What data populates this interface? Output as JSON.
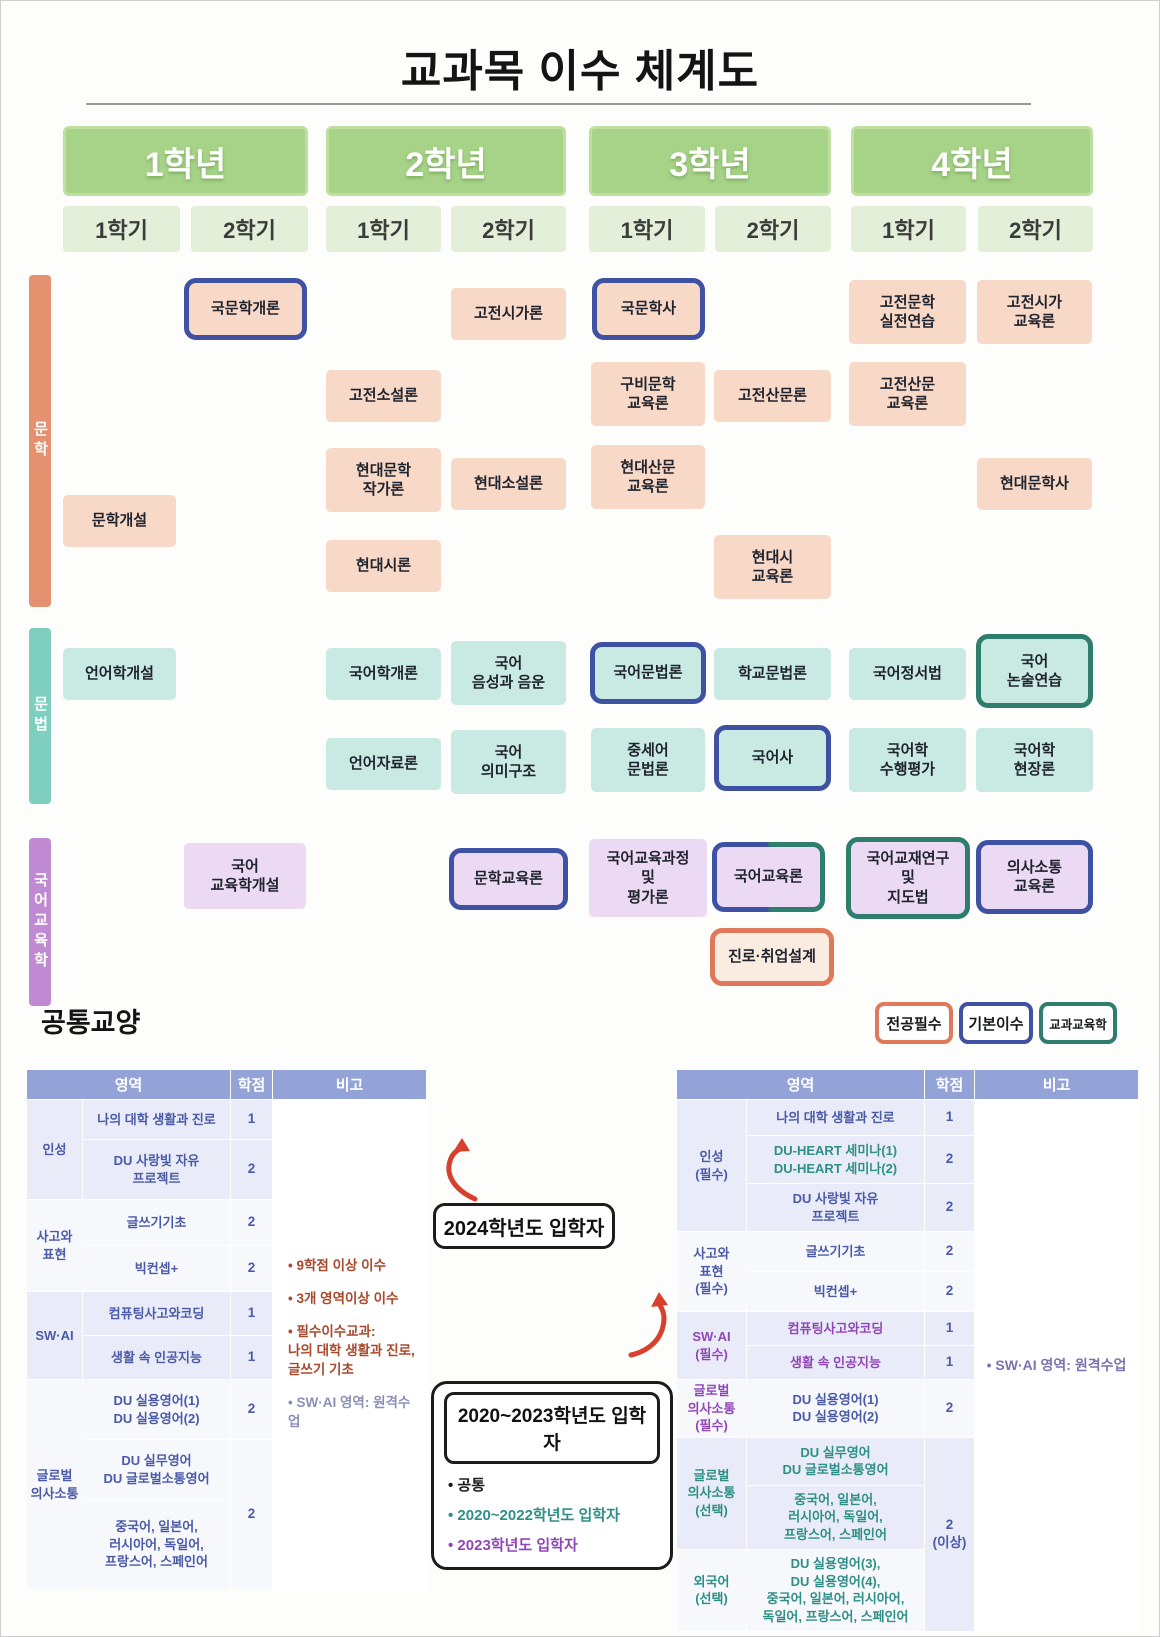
{
  "title": "교과목 이수 체계도",
  "years": [
    {
      "label": "1학년",
      "sem1": "1학기",
      "sem2": "2학기"
    },
    {
      "label": "2학년",
      "sem1": "1학기",
      "sem2": "2학기"
    },
    {
      "label": "3학년",
      "sem1": "1학기",
      "sem2": "2학기"
    },
    {
      "label": "4학년",
      "sem1": "1학기",
      "sem2": "2학기"
    }
  ],
  "categories": {
    "literature": "문학",
    "grammar": "문법",
    "education": "국어교육학"
  },
  "courses": {
    "lit": [
      "국문학개론",
      "문학개설",
      "고전소설론",
      "현대문학\n작가론",
      "현대시론",
      "고전시가론",
      "현대소설론",
      "국문학사",
      "구비문학\n교육론",
      "현대산문\n교육론",
      "고전산문론",
      "현대시\n교육론",
      "고전문학\n실전연습",
      "고전산문\n교육론",
      "고전시가\n교육론",
      "현대문학사"
    ],
    "gram": [
      "언어학개설",
      "국어학개론",
      "언어자료론",
      "국어\n음성과 음운",
      "국어\n의미구조",
      "국어문법론",
      "중세어\n문법론",
      "학교문법론",
      "국어사",
      "국어정서법",
      "국어학\n수행평가",
      "국어\n논술연습",
      "국어학\n현장론"
    ],
    "edu": [
      "국어\n교육학개설",
      "문학교육론",
      "국어교육과정\n및\n평가론",
      "국어교육론",
      "진로·취업설계",
      "국어교재연구\n및\n지도법",
      "의사소통\n교육론"
    ]
  },
  "legend": {
    "major_required": "전공필수",
    "basic": "기본이수",
    "subject_edu": "교과교육학"
  },
  "common_section": {
    "heading": "공통교양"
  },
  "left_table": {
    "headers": {
      "area": "영역",
      "credits": "학점",
      "notes": "비고"
    },
    "groups": [
      {
        "category": "인성",
        "rows": [
          {
            "course": "나의 대학 생활과 진로",
            "credit": "1"
          },
          {
            "course": "DU 사랑빛 자유\n프로젝트",
            "credit": "2"
          }
        ]
      },
      {
        "category": "사고와\n표현",
        "rows": [
          {
            "course": "글쓰기기초",
            "credit": "2"
          },
          {
            "course": "빅컨셉+",
            "credit": "2"
          }
        ]
      },
      {
        "category": "SW·AI",
        "rows": [
          {
            "course": "컴퓨팅사고와코딩",
            "credit": "1"
          },
          {
            "course": "생활 속 인공지능",
            "credit": "1"
          }
        ]
      },
      {
        "category": "글로벌\n의사소통",
        "rows": [
          {
            "course": "DU 실용영어(1)\nDU 실용영어(2)",
            "credit": "2"
          },
          {
            "course": "DU 실무영어\nDU 글로벌소통영어",
            "credit": "2"
          },
          {
            "course": "중국어, 일본어,\n러시아어, 독일어,\n프랑스어, 스페인어"
          }
        ]
      }
    ],
    "notes": [
      "• 9학점 이상 이수",
      "• 3개 영역이상 이수",
      "• 필수이수교과:\n나의 대학 생활과 진로,\n글쓰기 기초",
      "• SW·AI 영역: 원격수업"
    ]
  },
  "right_table": {
    "headers": {
      "area": "영역",
      "credits": "학점",
      "notes": "비고"
    },
    "groups": [
      {
        "category": "인성\n(필수)",
        "rows": [
          {
            "course": "나의 대학 생활과 진로",
            "credit": "1"
          },
          {
            "course": "DU-HEART 세미나(1)\nDU-HEART 세미나(2)",
            "credit": "2"
          },
          {
            "course": "DU 사랑빛 자유\n프로젝트",
            "credit": "2"
          }
        ]
      },
      {
        "category": "사고와\n표현\n(필수)",
        "rows": [
          {
            "course": "글쓰기기초",
            "credit": "2"
          },
          {
            "course": "빅컨셉+",
            "credit": "2"
          }
        ]
      },
      {
        "category": "SW·AI\n(필수)",
        "rows": [
          {
            "course": "컴퓨팅사고와코딩",
            "credit": "1"
          },
          {
            "course": "생활 속 인공지능",
            "credit": "1"
          }
        ]
      },
      {
        "category": "글로벌\n의사소통\n(필수)",
        "rows": [
          {
            "course": "DU 실용영어(1)\nDU 실용영어(2)",
            "credit": "2"
          }
        ]
      },
      {
        "category": "글로벌\n의사소통\n(선택)",
        "rows": [
          {
            "course": "DU 실무영어\nDU 글로벌소통영어",
            "credit": "2\n(이상)"
          },
          {
            "course": "중국어, 일본어,\n러시아어, 독일어,\n프랑스어, 스페인어"
          }
        ]
      },
      {
        "category": "외국어\n(선택)",
        "rows": [
          {
            "course": "DU 실용영어(3),\nDU 실용영어(4),\n중국어, 일본어, 러시아어,\n독일어, 프랑스어, 스페인어"
          }
        ]
      }
    ],
    "note": "• SW·AI 영역: 원격수업"
  },
  "annotations": {
    "box_2024": "2024학년도 입학자",
    "box_2020_heading": "2020~2023학년도 입학자",
    "bullets": [
      "• 공통",
      "• 2020~2022학년도 입학자",
      "• 2023학년도 입학자"
    ]
  },
  "colors": {
    "year_green": "#a6d388",
    "semester_green": "#e3efd8",
    "literature_fill": "#f8d8c6",
    "literature_bar": "#e3916f",
    "grammar_fill": "#c9eae3",
    "grammar_bar": "#7fcfc0",
    "education_fill": "#ecdaf4",
    "education_bar": "#c08ad2",
    "border_basic_blue": "#3f51a3",
    "border_subject_green": "#2f7d6d",
    "border_major_orange": "#e0795a",
    "table_header": "#93a3d8",
    "table_text": "#4a5aa8",
    "note_brown": "#a8492c",
    "cohort_teal": "#2e8f86",
    "cohort_purple": "#9146b8",
    "arrow_red": "#d6402c"
  }
}
